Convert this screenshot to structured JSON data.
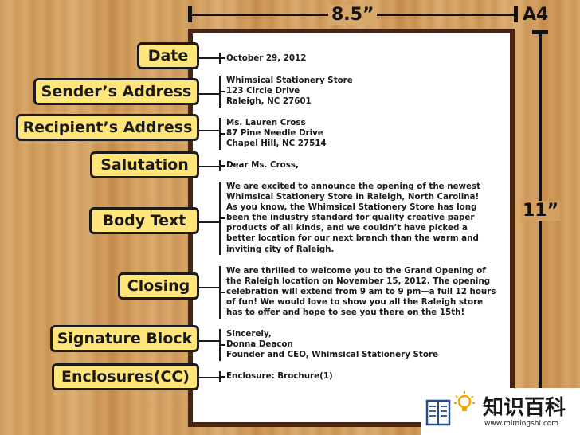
{
  "dimensions": {
    "width": "8.5”",
    "height": "11”",
    "paper_size": "A4"
  },
  "labels": {
    "date": "Date",
    "sender": "Sender’s Address",
    "recipient": "Recipient’s Address",
    "salutation": "Salutation",
    "body": "Body Text",
    "closing": "Closing",
    "signature": "Signature Block",
    "enclosures": "Enclosures(CC)"
  },
  "letter": {
    "date": "October 29, 2012",
    "sender": "Whimsical Stationery Store\n123 Circle Drive\nRaleigh, NC 27601",
    "recipient": "Ms. Lauren Cross\n87 Pine Needle Drive\nChapel Hill, NC 27514",
    "salutation": "Dear Ms. Cross,",
    "body": "We are excited to announce the opening of the newest\nWhimsical Stationery Store in Raleigh, North Carolina!\nAs you know, the Whimsical Stationery Store has long\nbeen the industry standard for quality creative paper\nproducts of all kinds, and we couldn’t have picked a\nbetter location for our next branch than the warm and\ninviting city of Raleigh.",
    "closing": "We are thrilled to welcome you to the Grand Opening of\nthe Raleigh location on November 15, 2012. The opening\ncelebration will extend from 9 am to 9 pm—a full 12 hours\nof fun! We would love to show you all the Raleigh store\nhas to offer and hope to see you there on the 15th!",
    "signature": "Sincerely,\nDonna Deacon\nFounder and CEO, Whimsical Stationery Store",
    "enclosure": "Enclosure: Brochure(1)"
  },
  "logo": {
    "title": "知识百科",
    "site": "www.mimingshi.com"
  }
}
